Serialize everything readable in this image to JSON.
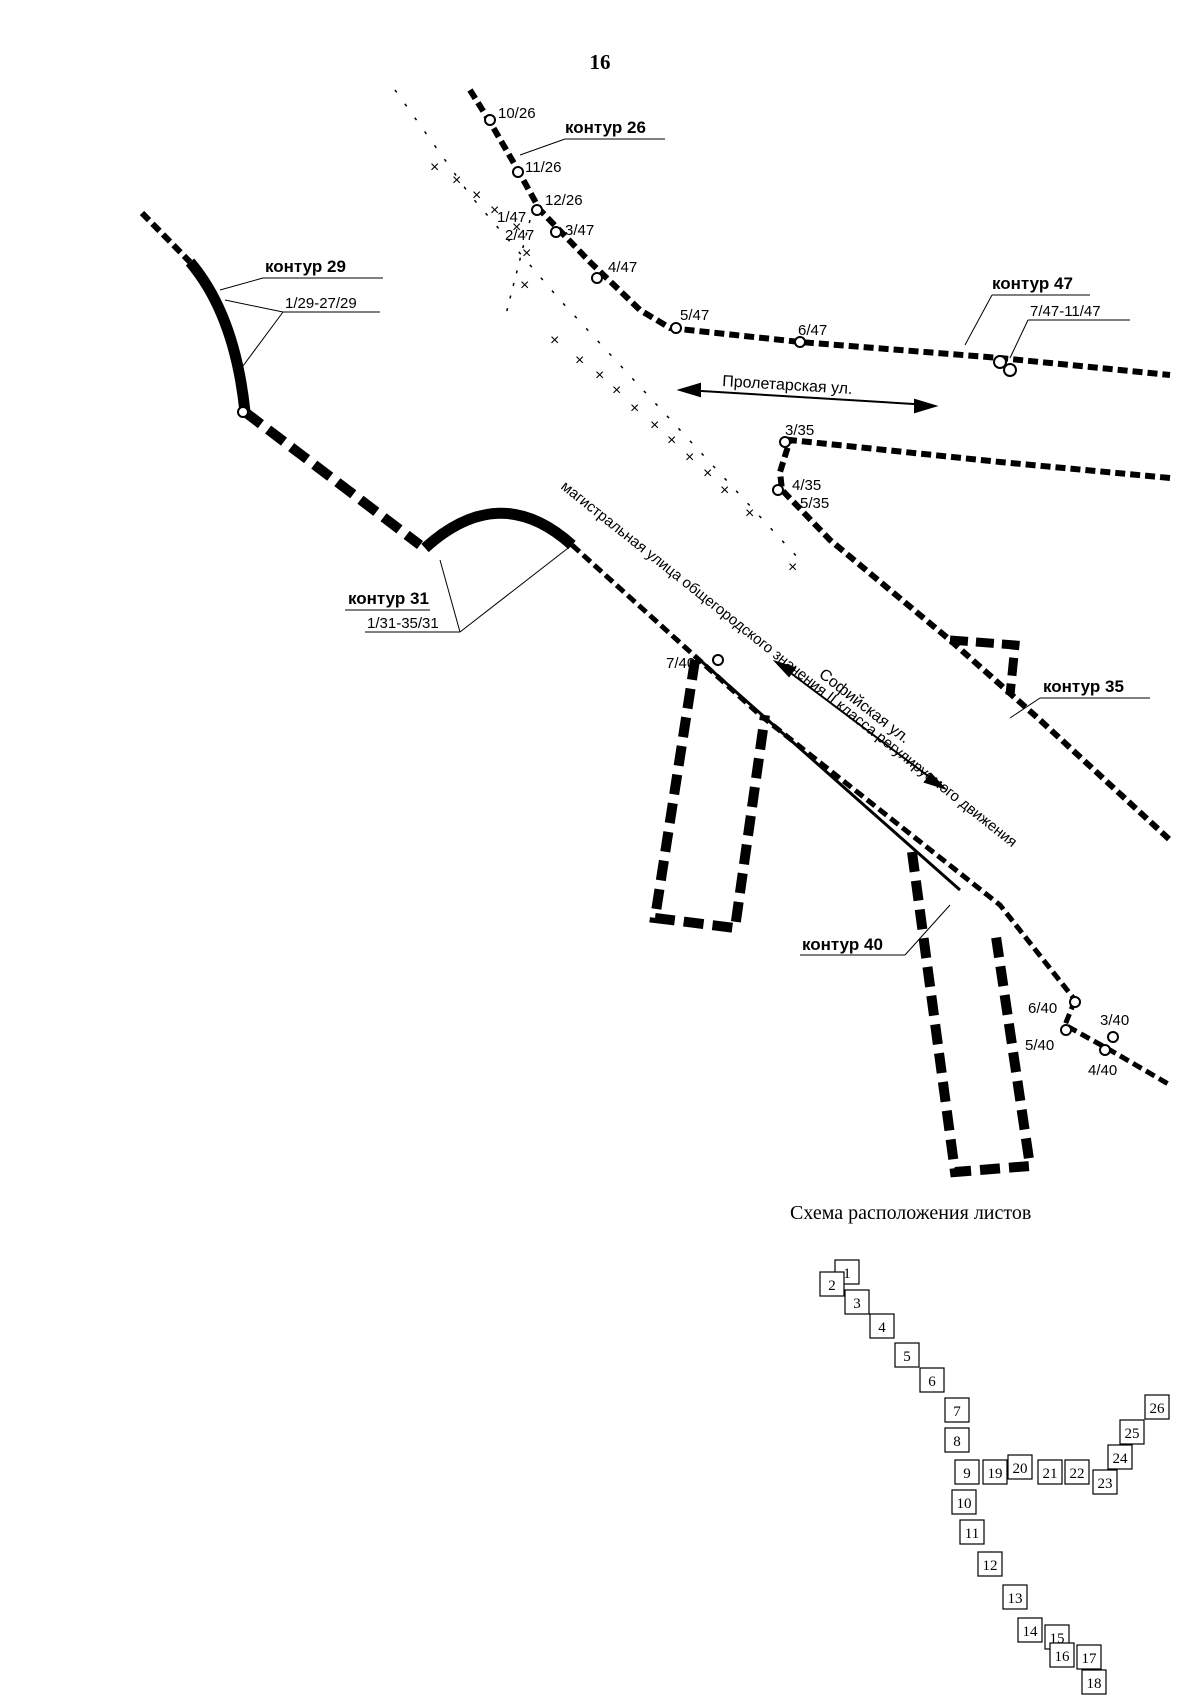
{
  "page_number": "16",
  "contours": [
    {
      "id": "c26",
      "name": "контур 26",
      "range": ""
    },
    {
      "id": "c29",
      "name": "контур 29",
      "range": "1/29-27/29"
    },
    {
      "id": "c31",
      "name": "контур 31",
      "range": "1/31-35/31"
    },
    {
      "id": "c35",
      "name": "контур 35",
      "range": ""
    },
    {
      "id": "c40",
      "name": "контур 40",
      "range": ""
    },
    {
      "id": "c47",
      "name": "контур 47",
      "range": "7/47-11/47"
    }
  ],
  "point_labels": {
    "p10_26": "10/26",
    "p11_26": "11/26",
    "p12_26": "12/26",
    "p1_47": "1/47",
    "p2_47": "2/47",
    "p3_47": "3/47",
    "p4_47": "4/47",
    "p5_47": "5/47",
    "p6_47": "6/47",
    "p3_35": "3/35",
    "p4_35": "4/35",
    "p5_35": "5/35",
    "p7_40": "7/40",
    "p6_40": "6/40",
    "p5_40": "5/40",
    "p4_40": "4/40",
    "p3_40": "3/40"
  },
  "streets": {
    "proletarskaya": "Пролетарская ул.",
    "sofiyskaya": "Софийская ул.",
    "arterial": "магистральная улица общегородского значения II класса регулируемого движения"
  },
  "sheet_layout": {
    "title": "Схема расположения листов",
    "sheets": [
      "1",
      "2",
      "3",
      "4",
      "5",
      "6",
      "7",
      "8",
      "9",
      "10",
      "11",
      "12",
      "13",
      "14",
      "15",
      "16",
      "17",
      "18",
      "19",
      "20",
      "21",
      "22",
      "23",
      "24",
      "25",
      "26"
    ]
  },
  "colors": {
    "ink": "#000000",
    "paper": "#ffffff"
  }
}
